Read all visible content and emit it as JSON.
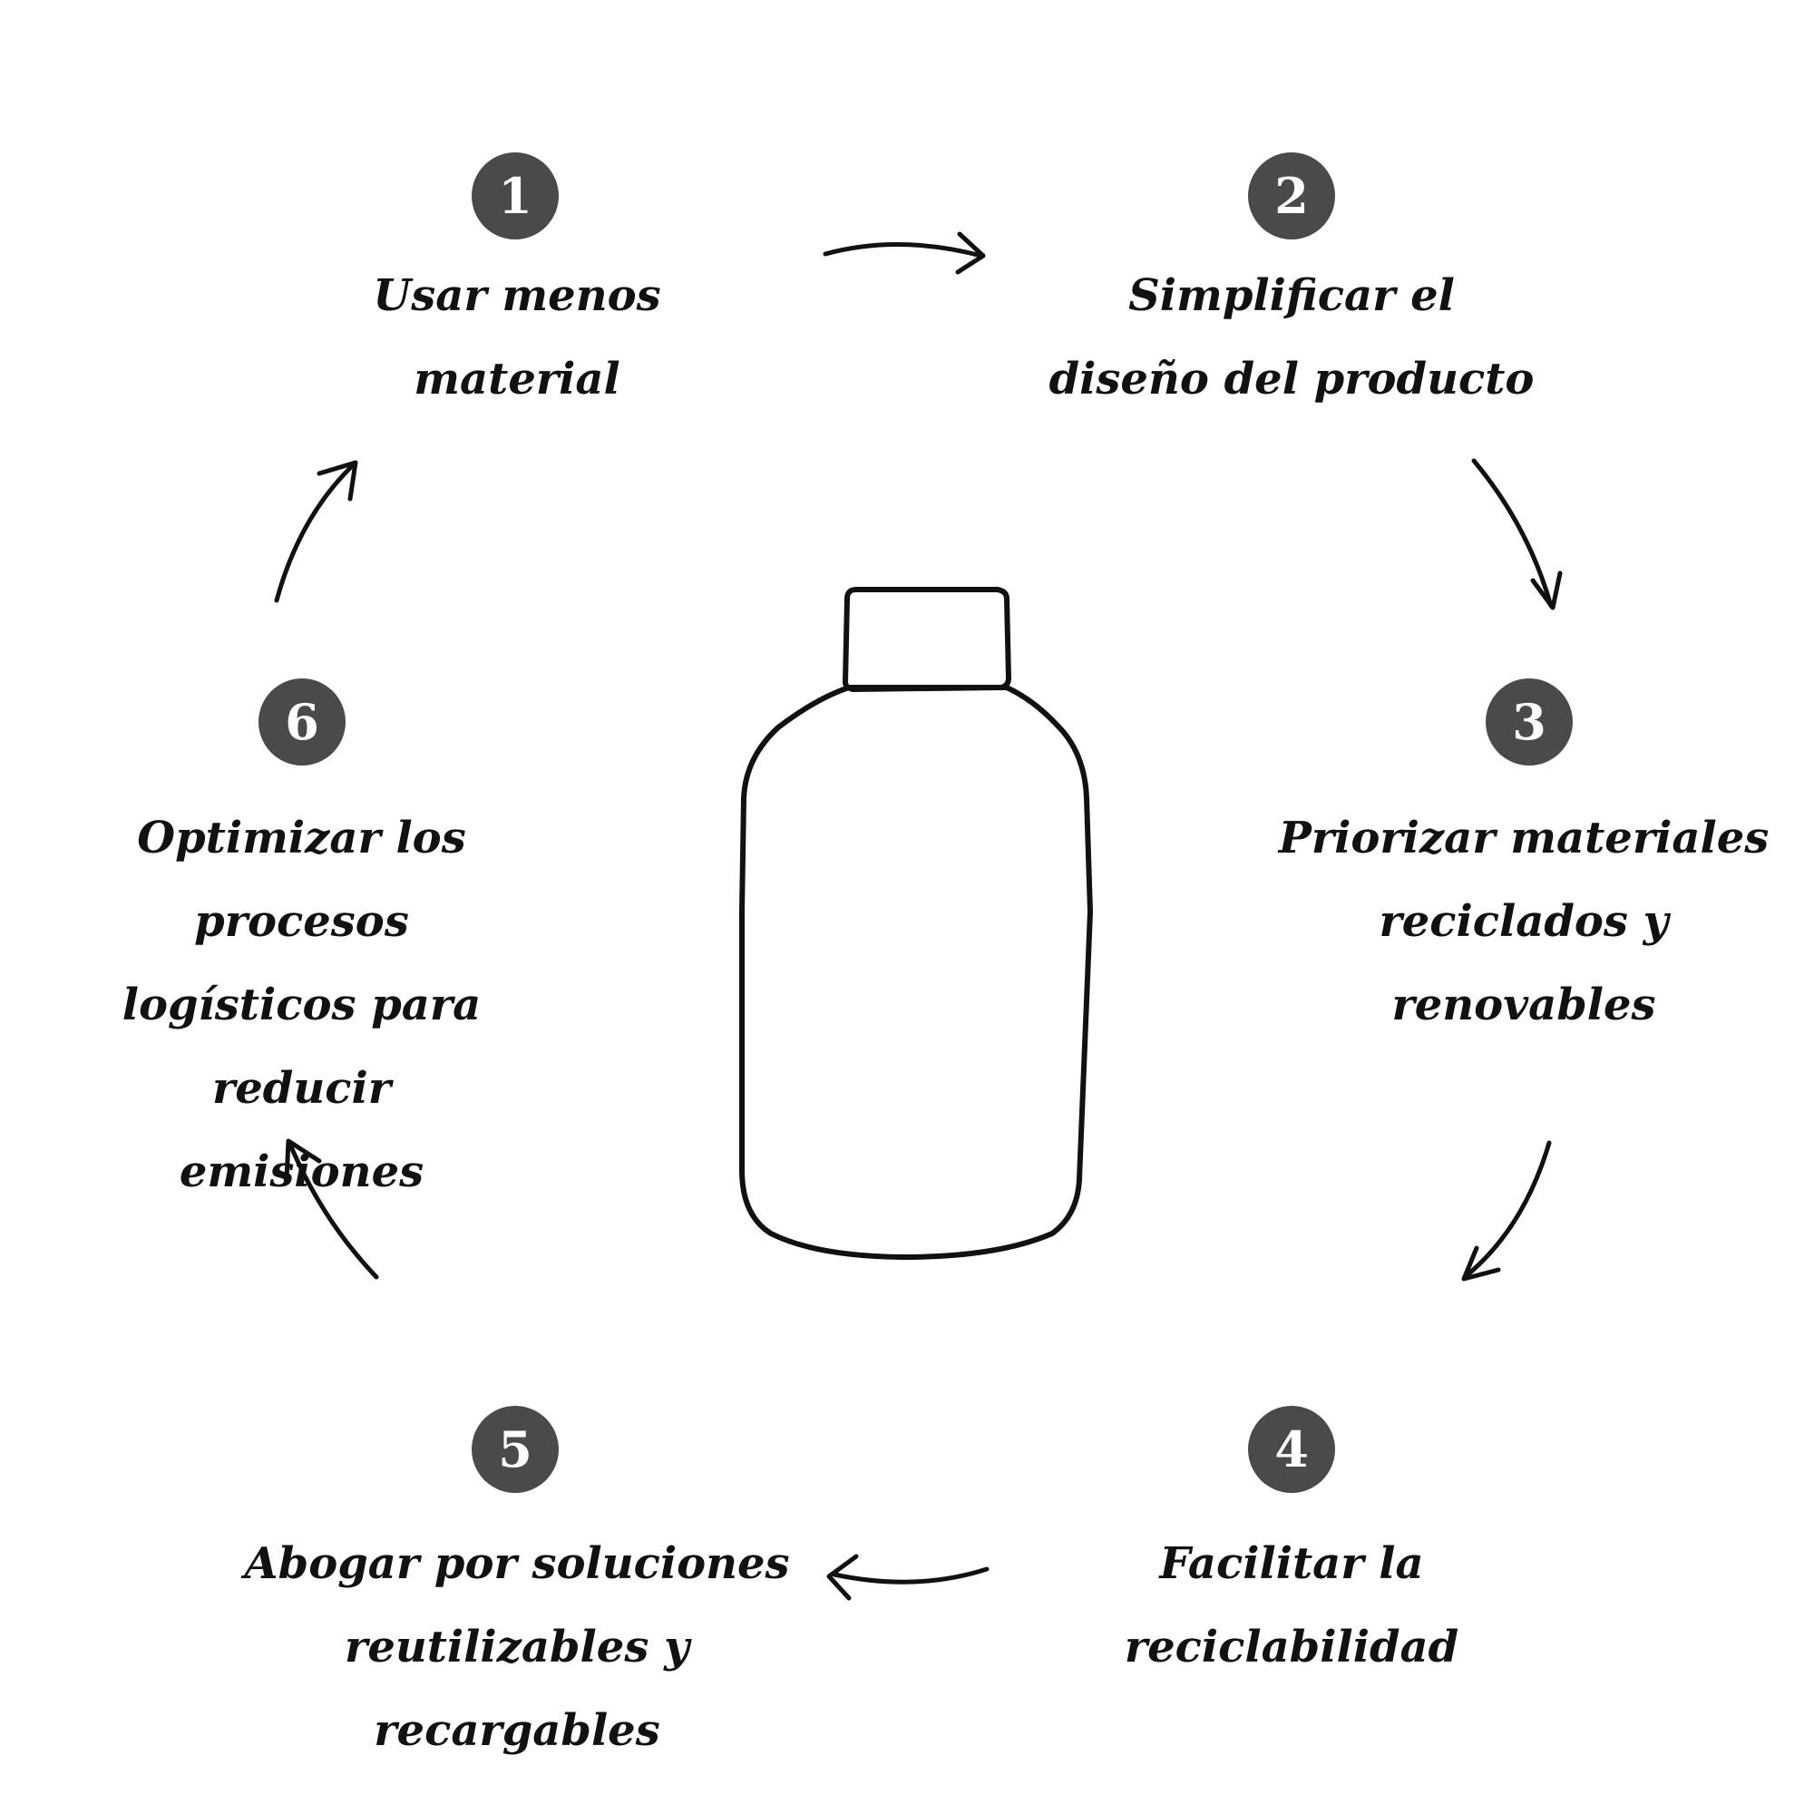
{
  "steps": [
    {
      "number": "1",
      "text": "Usar menos\nmaterial"
    },
    {
      "number": "2",
      "text": "Simplificar el\ndiseño del producto"
    },
    {
      "number": "3",
      "text": "Priorizar materiales\nreciclados y\nrenovables"
    },
    {
      "number": "4",
      "text": "Facilitar la\nreciclabilidad"
    },
    {
      "number": "5",
      "text": "Abogar por soluciones\nreutilizables y recargables"
    },
    {
      "number": "6",
      "text": "Optimizar los procesos\nlogísticos para reducir\nemisiones"
    }
  ],
  "colors": {
    "badge": "#4a4a4a",
    "text": "#111111",
    "background": "#ffffff"
  },
  "center_icon": "bottle-icon"
}
